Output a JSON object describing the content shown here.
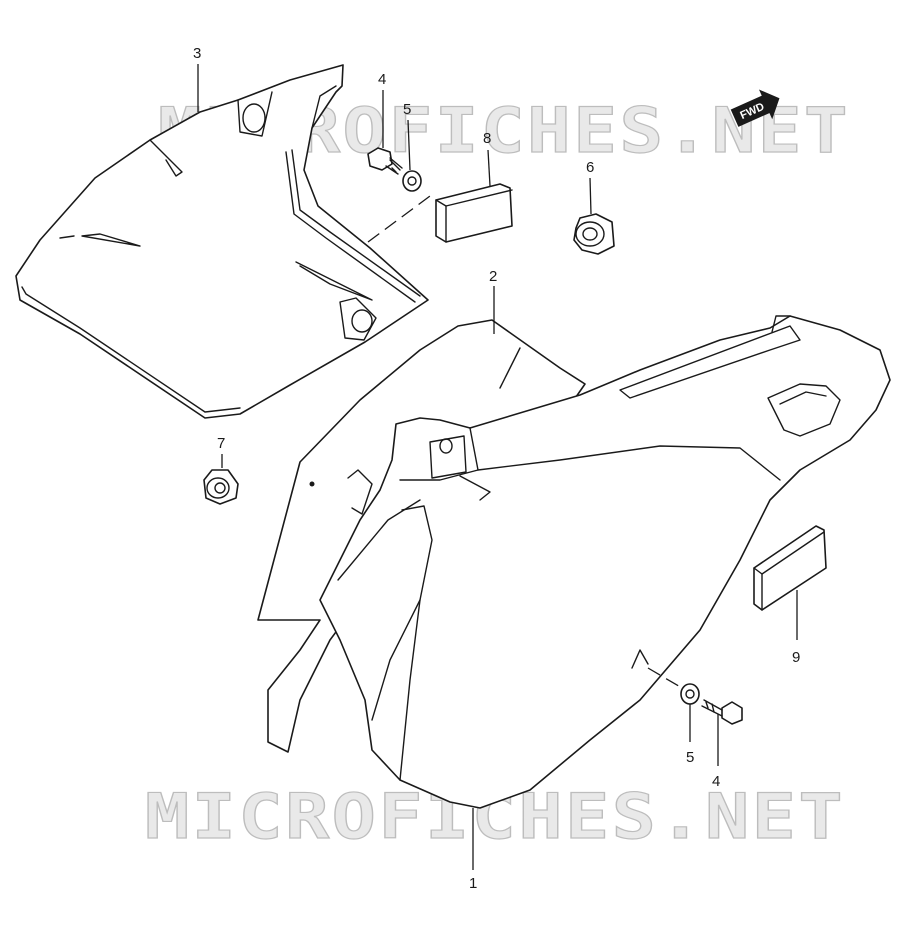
{
  "watermark": {
    "text": "MICROFICHES.NET"
  },
  "direction_badge": {
    "text": "FWD"
  },
  "callouts": [
    {
      "id": "part-1",
      "label": "1"
    },
    {
      "id": "part-2",
      "label": "2"
    },
    {
      "id": "part-3",
      "label": "3"
    },
    {
      "id": "part-4-top",
      "label": "4"
    },
    {
      "id": "part-5-top",
      "label": "5"
    },
    {
      "id": "part-6",
      "label": "6"
    },
    {
      "id": "part-7",
      "label": "7"
    },
    {
      "id": "part-8",
      "label": "8"
    },
    {
      "id": "part-9",
      "label": "9"
    },
    {
      "id": "part-5-bottom",
      "label": "5"
    },
    {
      "id": "part-4-bottom",
      "label": "4"
    }
  ]
}
